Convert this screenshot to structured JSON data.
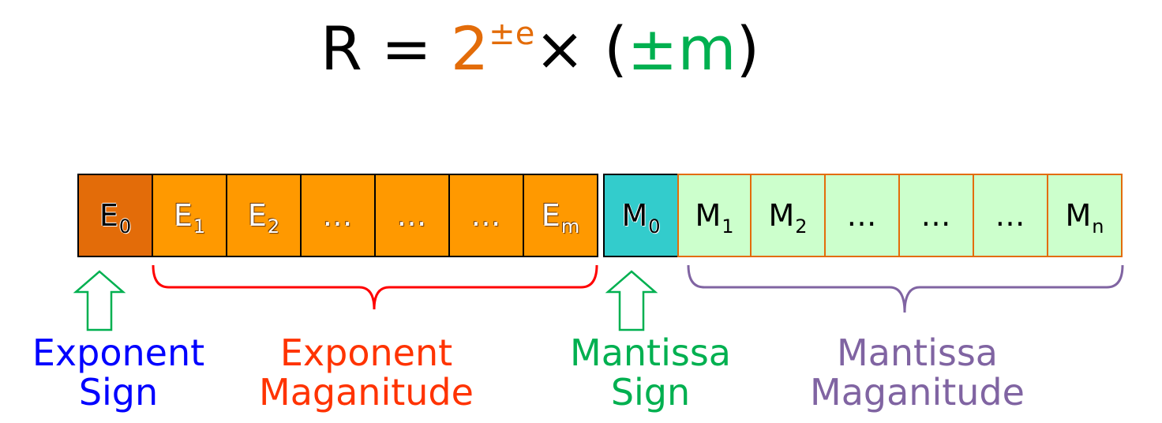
{
  "formula": {
    "lhs": "R = ",
    "base": "2",
    "exponent": "±e",
    "times": "× (",
    "mantissa": "±m",
    "close": ")"
  },
  "register": {
    "exponent_sign_cell": {
      "main": "E",
      "sub": "0"
    },
    "exponent_magnitude_cells": [
      {
        "main": "E",
        "sub": "1"
      },
      {
        "main": "E",
        "sub": "2"
      },
      {
        "main": "…",
        "sub": ""
      },
      {
        "main": "…",
        "sub": ""
      },
      {
        "main": "…",
        "sub": ""
      },
      {
        "main": "E",
        "sub": "m"
      }
    ],
    "mantissa_sign_cell": {
      "main": "M",
      "sub": "0"
    },
    "mantissa_magnitude_cells": [
      {
        "main": "M",
        "sub": "1"
      },
      {
        "main": "M",
        "sub": "2"
      },
      {
        "main": "…",
        "sub": ""
      },
      {
        "main": "…",
        "sub": ""
      },
      {
        "main": "…",
        "sub": ""
      },
      {
        "main": "M",
        "sub": "n"
      }
    ]
  },
  "labels": {
    "exponent_sign": [
      "Exponent",
      "Sign"
    ],
    "exponent_magnitude": [
      "Exponent",
      "Maganitude"
    ],
    "mantissa_sign": [
      "Mantissa",
      "Sign"
    ],
    "mantissa_magnitude": [
      "Mantissa",
      "Maganitude"
    ]
  },
  "colors": {
    "exponent_orange": "#e36c09",
    "exponent_sign_fill": "#e36c09",
    "exponent_magnitude_fill": "#ff9900",
    "mantissa_sign_fill": "#33cccc",
    "mantissa_magnitude_fill": "#ccffcc",
    "mantissa_green": "#00b050",
    "exponent_sign_label": "#0000ff",
    "exponent_magnitude_label": "#ff3300",
    "mantissa_sign_label": "#00b050",
    "mantissa_magnitude_label": "#8064a2",
    "brace_red": "#ff0000",
    "brace_purple": "#8064a2",
    "arrow_green": "#00b050"
  }
}
